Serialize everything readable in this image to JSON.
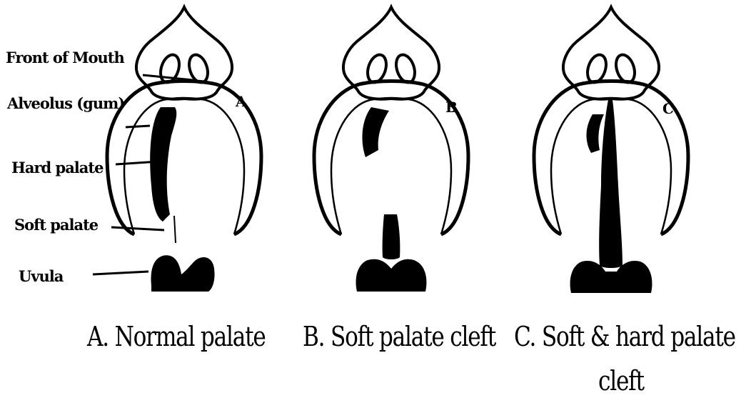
{
  "labels": {
    "front_of_mouth": "Front of Mouth",
    "alveolus": "Alveolus (gum)",
    "hard_palate": "Hard palate",
    "soft_palate": "Soft palate",
    "uvula": "Uvula"
  },
  "panel_letters": {
    "a": "A",
    "b": "B",
    "c": "C"
  },
  "captions": {
    "a": "A. Normal palate",
    "b": "B. Soft palate cleft",
    "c_line1": "C. Soft & hard palate",
    "c_line2": "cleft"
  },
  "colors": {
    "ink": "#000000",
    "background": "#ffffff"
  }
}
